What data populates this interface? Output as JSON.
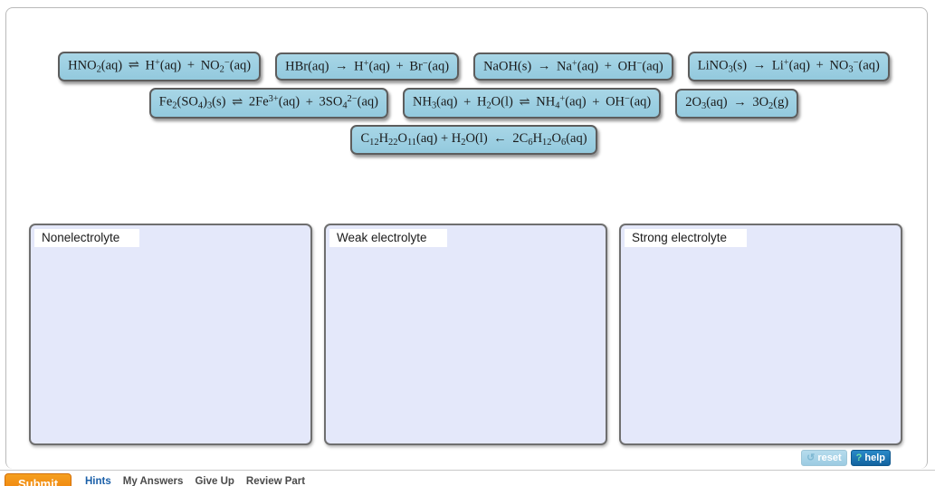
{
  "tiles": [
    {
      "id": "hno2",
      "html": "HNO<sub>2</sub>(aq)<span class=\"op\"> &#8652; </span>H<sup>+</sup>(aq)<span class=\"op\"> + </span>NO<sub>2</sub><sup>&#8722;</sup>(aq)",
      "plain": "HNO2(aq) ⇌ H+(aq) + NO2-(aq)"
    },
    {
      "id": "hbr",
      "html": "HBr(aq)<span class=\"op\"> &#8594; </span>H<sup>+</sup>(aq)<span class=\"op\"> + </span>Br<sup>&#8722;</sup>(aq)",
      "plain": "HBr(aq) → H+(aq) + Br-(aq)"
    },
    {
      "id": "naoh",
      "html": "NaOH(s)<span class=\"op\"> &#8594; </span>Na<sup>+</sup>(aq)<span class=\"op\"> + </span>OH<sup>&#8722;</sup>(aq)",
      "plain": "NaOH(s) → Na+(aq) + OH-(aq)"
    },
    {
      "id": "lino3",
      "html": "LiNO<sub>3</sub>(s)<span class=\"op\"> &#8594; </span>Li<sup>+</sup>(aq)<span class=\"op\"> + </span>NO<sub>3</sub><sup>&#8722;</sup>(aq)",
      "plain": "LiNO3(s) → Li+(aq) + NO3-(aq)"
    },
    {
      "id": "fe2so43",
      "html": "Fe<sub>2</sub>(SO<sub>4</sub>)<sub>3</sub>(s)<span class=\"op\"> &#8652; </span>2Fe<sup>3+</sup>(aq)<span class=\"op\"> + </span>3SO<sub>4</sub><sup>2&#8722;</sup>(aq)",
      "plain": "Fe2(SO4)3(s) ⇌ 2Fe3+(aq) + 3SO4 2-(aq)"
    },
    {
      "id": "nh3",
      "html": "NH<sub>3</sub>(aq)<span class=\"op\"> + </span>H<sub>2</sub>O(l)<span class=\"op\"> &#8652; </span>NH<sub>4</sub><sup>+</sup>(aq)<span class=\"op\"> + </span>OH<sup>&#8722;</sup>(aq)",
      "plain": "NH3(aq) + H2O(l) ⇌ NH4+(aq) + OH-(aq)"
    },
    {
      "id": "o3",
      "html": "2O<sub>3</sub>(aq)<span class=\"op\"> &#8594; </span>3O<sub>2</sub>(g)",
      "plain": "2O3(aq) → 3O2(g)"
    },
    {
      "id": "sucrose",
      "html": "C<sub>12</sub>H<sub>22</sub>O<sub>11</sub>(aq) + H<sub>2</sub>O(l)<span class=\"op\"> &#8592; </span>2C<sub>6</sub>H<sub>12</sub>O<sub>6</sub>(aq)",
      "plain": "C12H22O11(aq) + H2O(l) ← 2C6H12O6(aq)"
    }
  ],
  "tile_rows": [
    [
      0,
      1,
      2,
      3
    ],
    [
      4,
      5,
      6
    ],
    [
      7
    ]
  ],
  "dropzones": [
    {
      "id": "nonelectrolyte",
      "label": "Nonelectrolyte",
      "items": []
    },
    {
      "id": "weak-electrolyte",
      "label": "Weak electrolyte",
      "items": []
    },
    {
      "id": "strong-electrolyte",
      "label": "Strong electrolyte",
      "items": []
    }
  ],
  "tools": {
    "reset_label": "reset",
    "reset_icon": "↺",
    "help_label": "help",
    "help_icon": "?"
  },
  "bottom_bar": {
    "submit_label": "Submit",
    "links": [
      {
        "label": "Hints",
        "style": "primary"
      },
      {
        "label": "My Answers",
        "style": "muted"
      },
      {
        "label": "Give Up",
        "style": "muted"
      },
      {
        "label": "Review Part",
        "style": "muted"
      }
    ]
  },
  "colors": {
    "tile_fill": "#9ccfe2",
    "tile_border": "#5d5d5d",
    "dropzone_fill": "#e4e8fa",
    "dropzone_border": "#6f6f6f",
    "submit_orange": "#ef7e08",
    "help_blue": "#12639f",
    "link_blue": "#1a5fa8"
  }
}
